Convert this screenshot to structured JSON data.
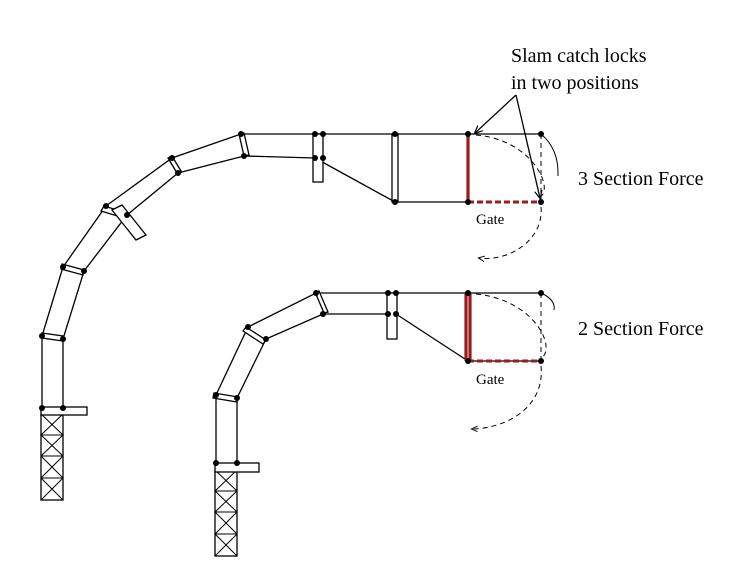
{
  "annotation": {
    "line1": "Slam catch locks",
    "line2": "in two positions"
  },
  "diagrams": [
    {
      "id": "three-section",
      "title": "3 Section Force",
      "gate_label": "Gate"
    },
    {
      "id": "two-section",
      "title": "2 Section Force",
      "gate_label": "Gate"
    }
  ],
  "colors": {
    "gate": "#9b1c1c",
    "line": "#000000",
    "background": "#ffffff"
  }
}
